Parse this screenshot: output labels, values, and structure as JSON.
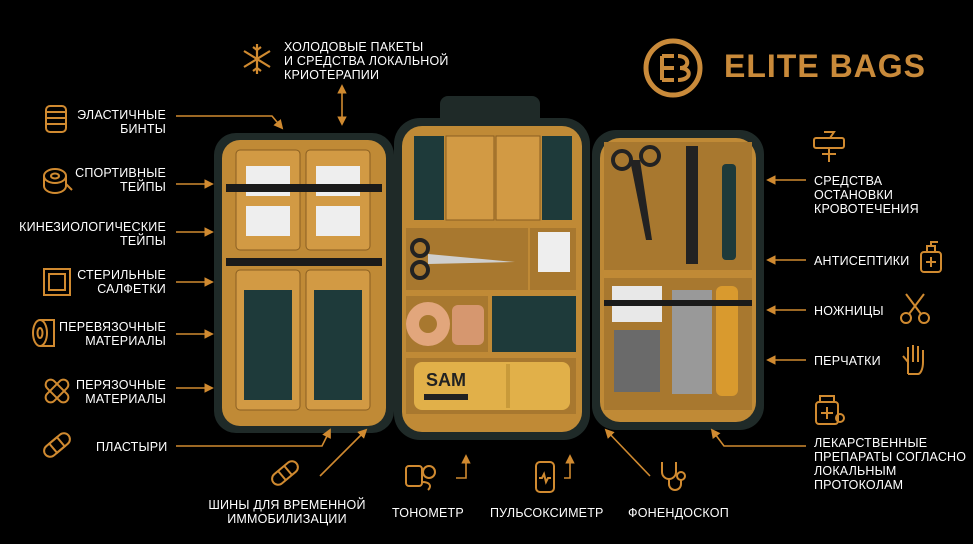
{
  "brand": {
    "name": "ELITE BAGS",
    "accent": "#d08a30"
  },
  "labels_left": {
    "elastic": "ЭЛАСТИЧНЫЕ\nБИНТЫ",
    "sport": "СПОРТИВНЫЕ\nТЕЙПЫ",
    "kinesio": "КИНЕЗИОЛОГИЧЕСКИЕ\nТЕЙПЫ",
    "sterile": "СТЕРИЛЬНЫЕ\nСАЛФЕТКИ",
    "dressing": "ПЕРЕВЯЗОЧНЫЕ\nМАТЕРИАЛЫ",
    "cross": "ПЕРЯЗОЧНЫЕ\nМАТЕРИАЛЫ",
    "plasters": "ПЛАСТЫРИ"
  },
  "labels_top": {
    "cold": "ХОЛОДОВЫЕ ПАКЕТЫ\nИ СРЕДСТВА ЛОКАЛЬНОЙ\nКРИОТЕРАПИИ"
  },
  "labels_right": {
    "bleeding": "СРЕДСТВА\nОСТАНОВКИ\nКРОВОТЕЧЕНИЯ",
    "antiseptic": "АНТИСЕПТИКИ",
    "scissors": "НОЖНИЦЫ",
    "gloves": "ПЕРЧАТКИ",
    "meds": "ЛЕКАРСТВЕННЫЕ\nПРЕПАРАТЫ СОГЛАСНО\nЛОКАЛЬНЫМ\nПРОТОКОЛАМ"
  },
  "labels_bottom": {
    "splints": "ШИНЫ ДЛЯ ВРЕМЕННОЙ\nИММОБИЛИЗАЦИИ",
    "tonometer": "ТОНОМЕТР",
    "oximeter": "ПУЛЬСОКСИМЕТР",
    "stethoscope": "ФОНЕНДОСКОП"
  },
  "sam_label": "SAM",
  "icons": [
    "snowflake-icon",
    "bandage-roll-icon",
    "tape-roll-icon",
    "kinesio-tape-icon",
    "sterile-wipe-icon",
    "gauze-roll-icon",
    "cross-plaster-icon",
    "plaster-icon",
    "splint-icon",
    "tonometer-icon",
    "oximeter-icon",
    "stethoscope-icon",
    "tourniquet-icon",
    "antiseptic-bottle-icon",
    "scissors-icon",
    "glove-icon",
    "medicine-box-icon"
  ]
}
